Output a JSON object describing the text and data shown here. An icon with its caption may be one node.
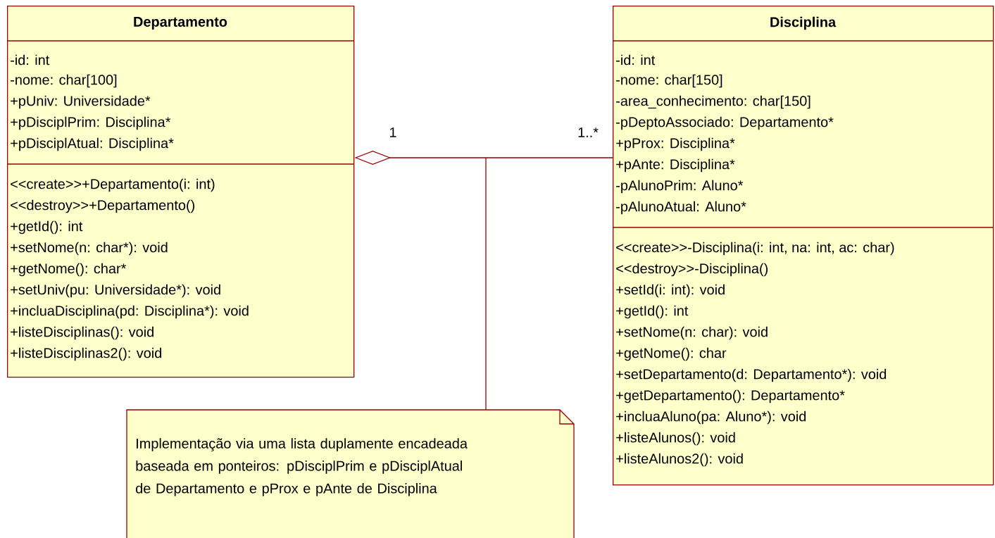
{
  "diagram": {
    "nodes": [
      {
        "text": [
          "Departamento",
          "-id: int",
          "-nome: char[100]",
          "+pUniv: Universidade*",
          "+pDisciplPrim: Disciplina*",
          "+pDisciplAtual: Disciplina*",
          "<<create>>+Departamento(i: int)",
          "<<destroy>>+Departamento()",
          "+getId(): int",
          "+setNome(n: char*): void",
          "+getNome(): char*",
          "+setUniv(pu: Universidade*): void",
          "+incluaDisciplina(pd: Disciplina*): void",
          "+listeDisciplinas(): void",
          "+listeDisciplinas2(): void"
        ]
      },
      {
        "text": [
          "Disciplina",
          "-id: int",
          "-nome: char[150]",
          "-area_conhecimento: char[150]",
          "-pDeptoAssociado: Departamento*",
          "+pProx: Disciplina*",
          "+pAnte: Disciplina*",
          "-pAlunoPrim: Aluno*",
          "-pAlunoAtual: Aluno*",
          "<<create>>-Disciplina(i: int, na: int, ac: char)",
          "<<destroy>>-Disciplina()",
          "+setId(i: int): void",
          "+getId(): int",
          "+setNome(n: char): void",
          "+getNome(): char",
          "+setDepartamento(d: Departamento*): void",
          "+getDepartamento(): Departamento*",
          "+incluaAluno(pa: Aluno*): void",
          "+listeAlunos(): void",
          "+listeAlunos2(): void"
        ]
      },
      {
        "text": [
          "Implementação via uma lista duplamente encadeada baseada em ponteiros: pDisciplPrim e pDisciplAtual de Departamento e pProx e pAnte de Disciplina"
        ]
      }
    ],
    "edges": [
      {
        "from": 1,
        "to": 0,
        "arrow": "other"
      },
      {
        "from": 2,
        "to": null,
        "arrow": "none"
      }
    ],
    "labels": [
      "1",
      "1..*"
    ]
  }
}
